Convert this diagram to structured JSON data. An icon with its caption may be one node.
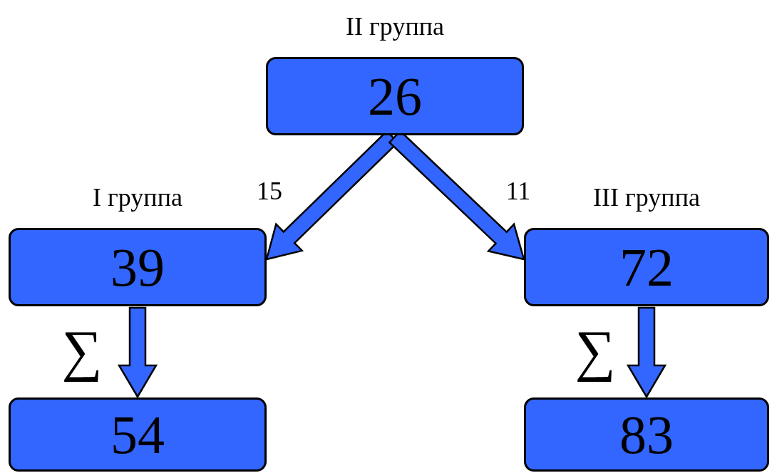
{
  "diagram": {
    "nodes": [
      {
        "text": [
          "II группа",
          "26"
        ]
      },
      {
        "text": [
          "I группа",
          "39"
        ]
      },
      {
        "text": [
          "III группа",
          "72"
        ]
      },
      {
        "text": [
          "54"
        ]
      },
      {
        "text": [
          "83"
        ]
      }
    ],
    "edges": [
      {
        "from": 0,
        "to": 1,
        "arrow": "to",
        "label": "15",
        "style": "thick"
      },
      {
        "from": 0,
        "to": 2,
        "arrow": "to",
        "label": "11",
        "style": "thick"
      },
      {
        "from": 1,
        "to": 3,
        "arrow": "to",
        "label": "∑",
        "style": "thick"
      },
      {
        "from": 2,
        "to": 4,
        "arrow": "to",
        "label": "∑",
        "style": "thick"
      }
    ]
  }
}
